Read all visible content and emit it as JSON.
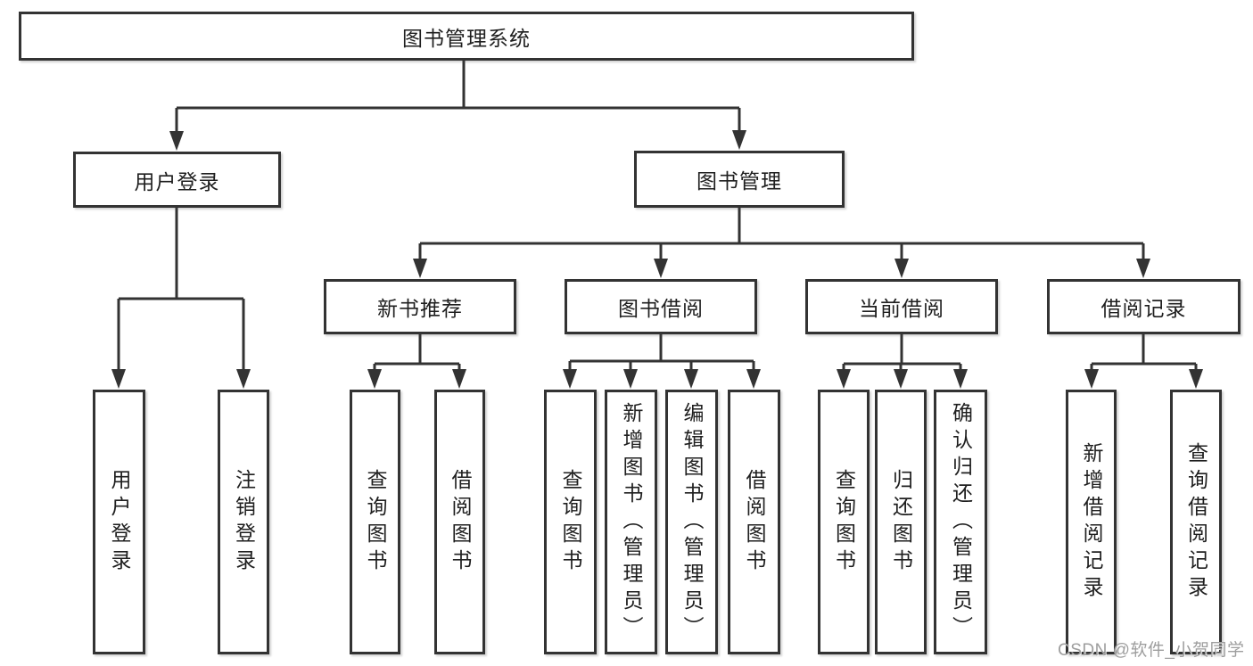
{
  "colors": {
    "line-color": "#333333",
    "text-color": "#1f1f1f",
    "background": "#ffffff",
    "watermark-color": "#9e9e9e"
  },
  "watermark": {
    "text": "CSDN @软件_小贺同学"
  },
  "tree": {
    "root": {
      "label": "图书管理系统"
    },
    "branches": [
      {
        "label": "用户登录",
        "children": [
          {
            "label": "用户登录"
          },
          {
            "label": "注销登录"
          }
        ]
      },
      {
        "label": "图书管理",
        "children": [
          {
            "label": "新书推荐",
            "children": [
              {
                "label": "查询图书"
              },
              {
                "label": "借阅图书"
              }
            ]
          },
          {
            "label": "图书借阅",
            "children": [
              {
                "label": "查询图书"
              },
              {
                "label": "新增图书（管理员）"
              },
              {
                "label": "编辑图书（管理员）"
              },
              {
                "label": "借阅图书"
              }
            ]
          },
          {
            "label": "当前借阅",
            "children": [
              {
                "label": "查询图书"
              },
              {
                "label": "归还图书"
              },
              {
                "label": "确认归还（管理员）"
              }
            ]
          },
          {
            "label": "借阅记录",
            "children": [
              {
                "label": "新增借阅记录"
              },
              {
                "label": "查询借阅记录"
              }
            ]
          }
        ]
      }
    ]
  }
}
